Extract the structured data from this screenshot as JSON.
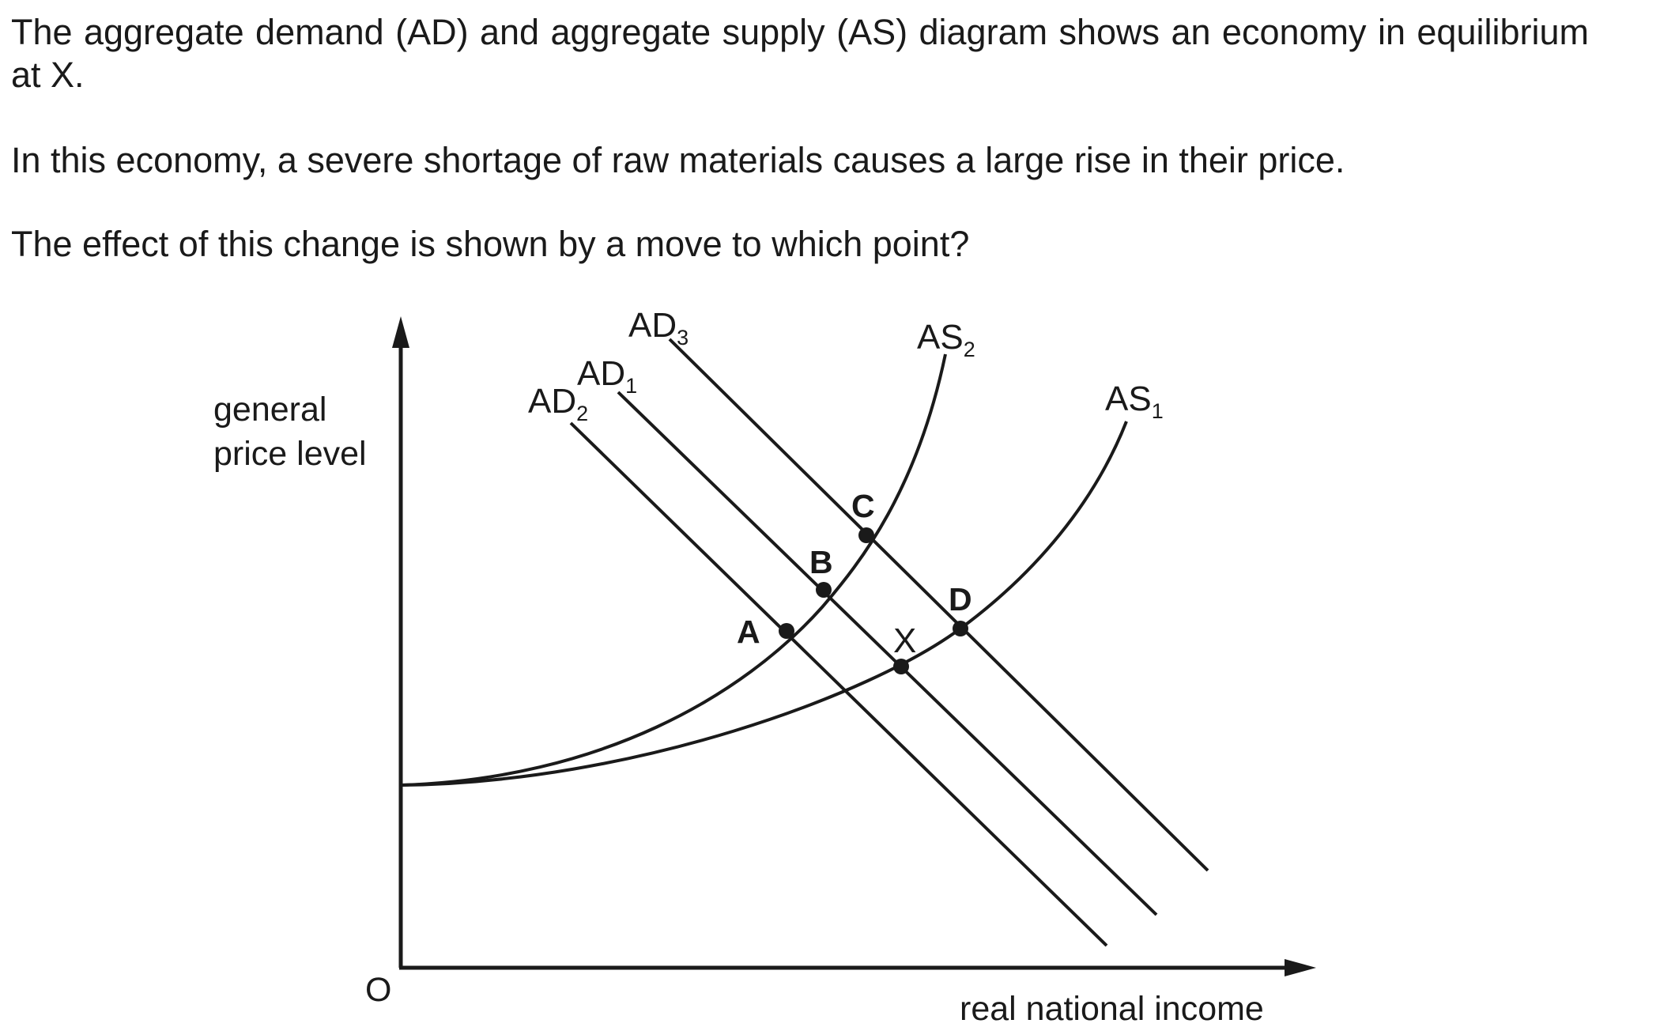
{
  "question": {
    "intro": "The aggregate demand (AD) and aggregate supply (AS) diagram shows an economy in equilibrium at X.",
    "shock": "In this economy, a severe shortage of raw materials causes a large rise in their price.",
    "prompt": "The effect of this change is shown by a move to which point?"
  },
  "diagram": {
    "y_axis_label_line1": "general",
    "y_axis_label_line2": "price level",
    "x_axis_label": "real national income",
    "origin_label": "O",
    "curves": {
      "ad1": {
        "base": "AD",
        "sub": "1"
      },
      "ad2": {
        "base": "AD",
        "sub": "2"
      },
      "ad3": {
        "base": "AD",
        "sub": "3"
      },
      "as1": {
        "base": "AS",
        "sub": "1"
      },
      "as2": {
        "base": "AS",
        "sub": "2"
      }
    },
    "points": {
      "a": "A",
      "b": "B",
      "c": "C",
      "d": "D",
      "x": "X"
    }
  }
}
